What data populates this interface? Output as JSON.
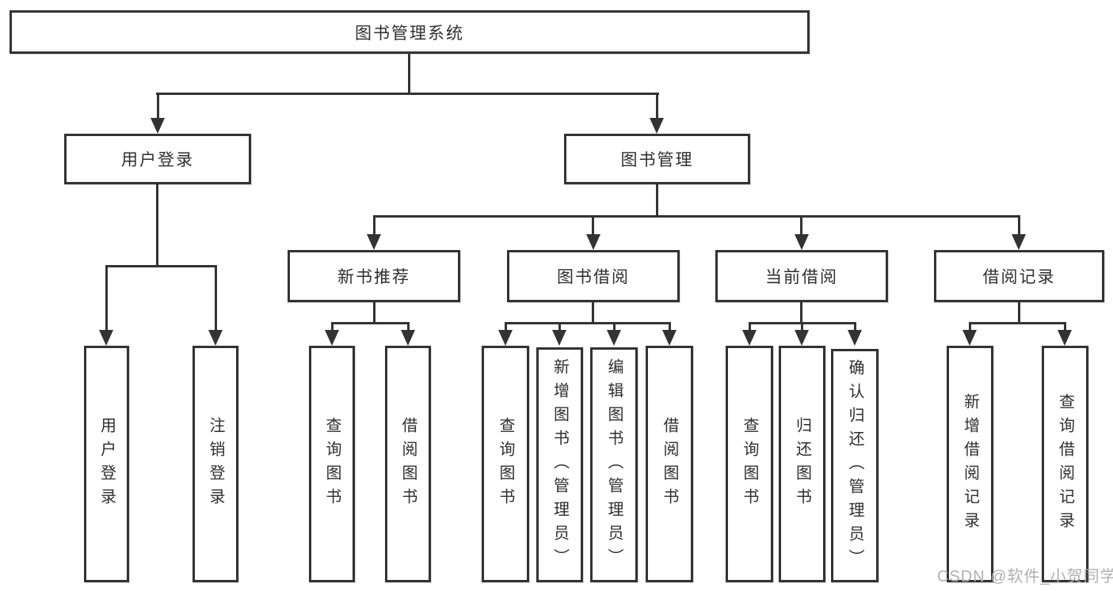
{
  "tree": {
    "root": {
      "label": "图书管理系统"
    },
    "branches": [
      {
        "label": "用户登录",
        "children": [
          {
            "label": "用户登录"
          },
          {
            "label": "注销登录"
          }
        ]
      },
      {
        "label": "图书管理",
        "children": [
          {
            "label": "新书推荐",
            "children": [
              {
                "label": "查询图书"
              },
              {
                "label": "借阅图书"
              }
            ]
          },
          {
            "label": "图书借阅",
            "children": [
              {
                "label": "查询图书"
              },
              {
                "label": "新增图书（管理员）"
              },
              {
                "label": "编辑图书（管理员）"
              },
              {
                "label": "借阅图书"
              }
            ]
          },
          {
            "label": "当前借阅",
            "children": [
              {
                "label": "查询图书"
              },
              {
                "label": "归还图书"
              },
              {
                "label": "确认归还（管理员）"
              }
            ]
          },
          {
            "label": "借阅记录",
            "children": [
              {
                "label": "新增借阅记录"
              },
              {
                "label": "查询借阅记录"
              }
            ]
          }
        ]
      }
    ]
  },
  "watermark": "CSDN @软件_小贺同学",
  "colors": {
    "line": "#333333",
    "text": "#2f2f2f",
    "background": "#ffffff",
    "watermark": "#b0b0b0"
  }
}
